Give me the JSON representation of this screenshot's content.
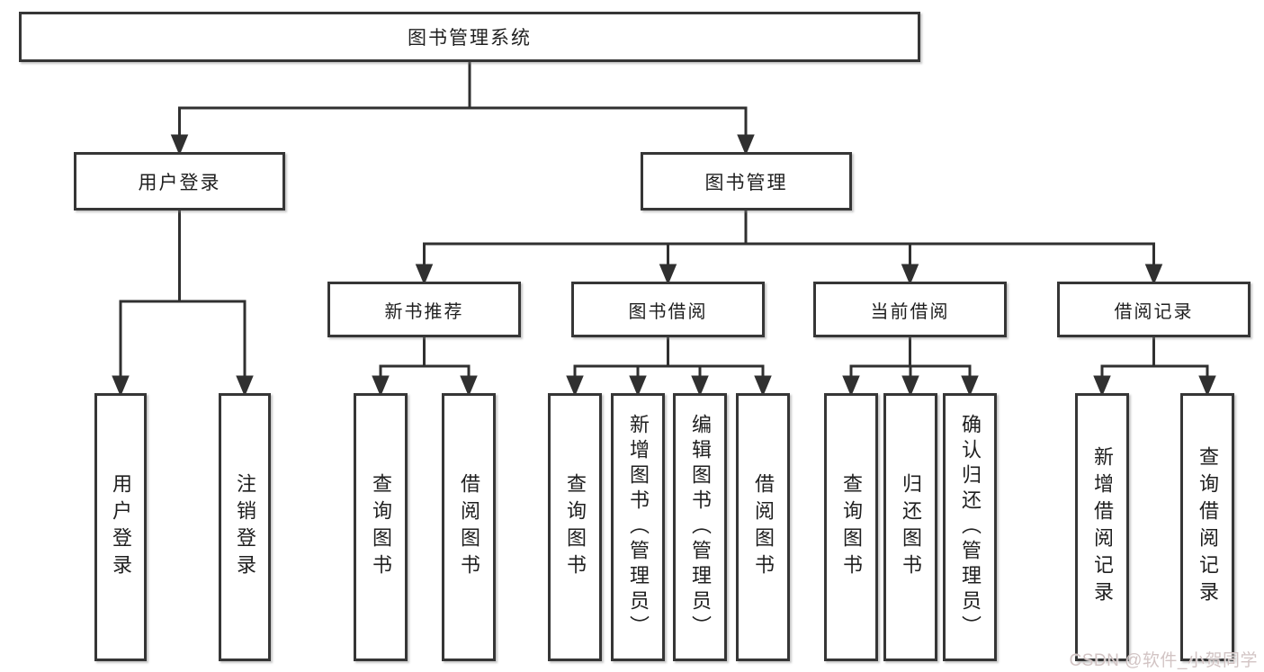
{
  "diagram": {
    "root": {
      "label": "图书管理系统"
    },
    "level2": [
      {
        "label": "用户登录",
        "children": [
          "用户登录",
          "注销登录"
        ]
      },
      {
        "label": "图书管理"
      }
    ],
    "level3": [
      {
        "label": "新书推荐",
        "children": [
          "查询图书",
          "借阅图书"
        ]
      },
      {
        "label": "图书借阅",
        "children": [
          "查询图书",
          "新增图书（管理员）",
          "编辑图书（管理员）",
          "借阅图书"
        ]
      },
      {
        "label": "当前借阅",
        "children": [
          "查询图书",
          "归还图书",
          "确认归还（管理员）"
        ]
      },
      {
        "label": "借阅记录",
        "children": [
          "新增借阅记录",
          "查询借阅记录"
        ]
      }
    ]
  },
  "watermark": {
    "text": "CSDN @软件_小贺同学",
    "color": "#d2c4c4"
  },
  "colors": {
    "background": "#ffffff",
    "box_border": "#363636",
    "connector": "#303030",
    "text": "#1f1f1f"
  }
}
